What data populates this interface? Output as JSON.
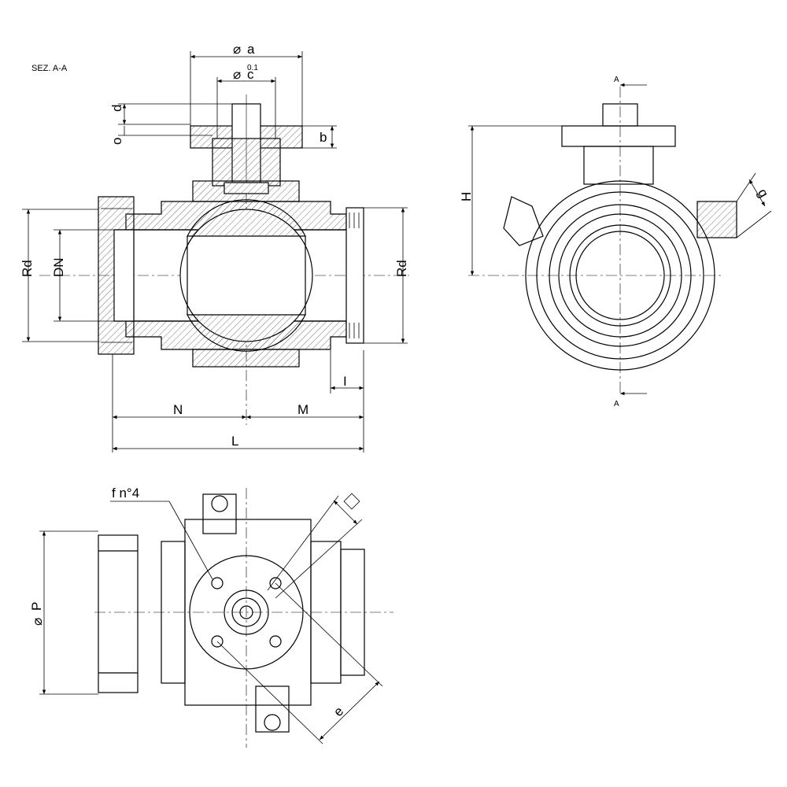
{
  "section_label": "SEZ. A-A",
  "section_marker": "A",
  "labels": {
    "a": "a",
    "c": "c",
    "c_tol": "0.1",
    "d": "d",
    "o": "o",
    "b": "b",
    "rd": "Rd",
    "dn": "DN",
    "n": "N",
    "m": "M",
    "l": "L",
    "i": "I",
    "h": "H",
    "g": "g",
    "f_n4": "f  n°4",
    "p": "P",
    "e": "e"
  },
  "symbols": {
    "diameter": "⌀"
  }
}
